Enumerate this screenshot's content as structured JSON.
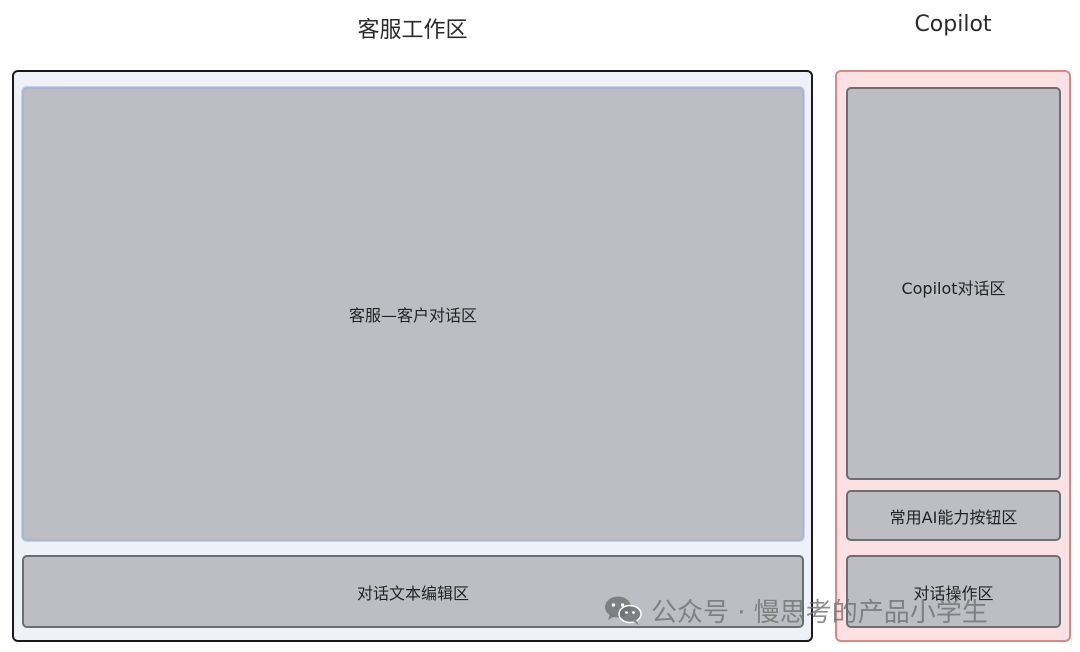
{
  "left_section": {
    "title": "客服工作区",
    "chat_area_label": "客服—客户对话区",
    "editor_label": "对话文本编辑区"
  },
  "right_section": {
    "title": "Copilot",
    "chat_area_label": "Copilot对话区",
    "ai_buttons_label": "常用AI能力按钮区",
    "ops_label": "对话操作区"
  },
  "watermark": {
    "icon": "wechat-icon",
    "text": "公众号 · 慢思考的产品小学生"
  },
  "colors": {
    "left_panel_bg": "#eef1f7",
    "right_panel_bg": "#fbe1e1",
    "box_fill": "#bcbec3",
    "right_panel_border": "#d8888a"
  }
}
